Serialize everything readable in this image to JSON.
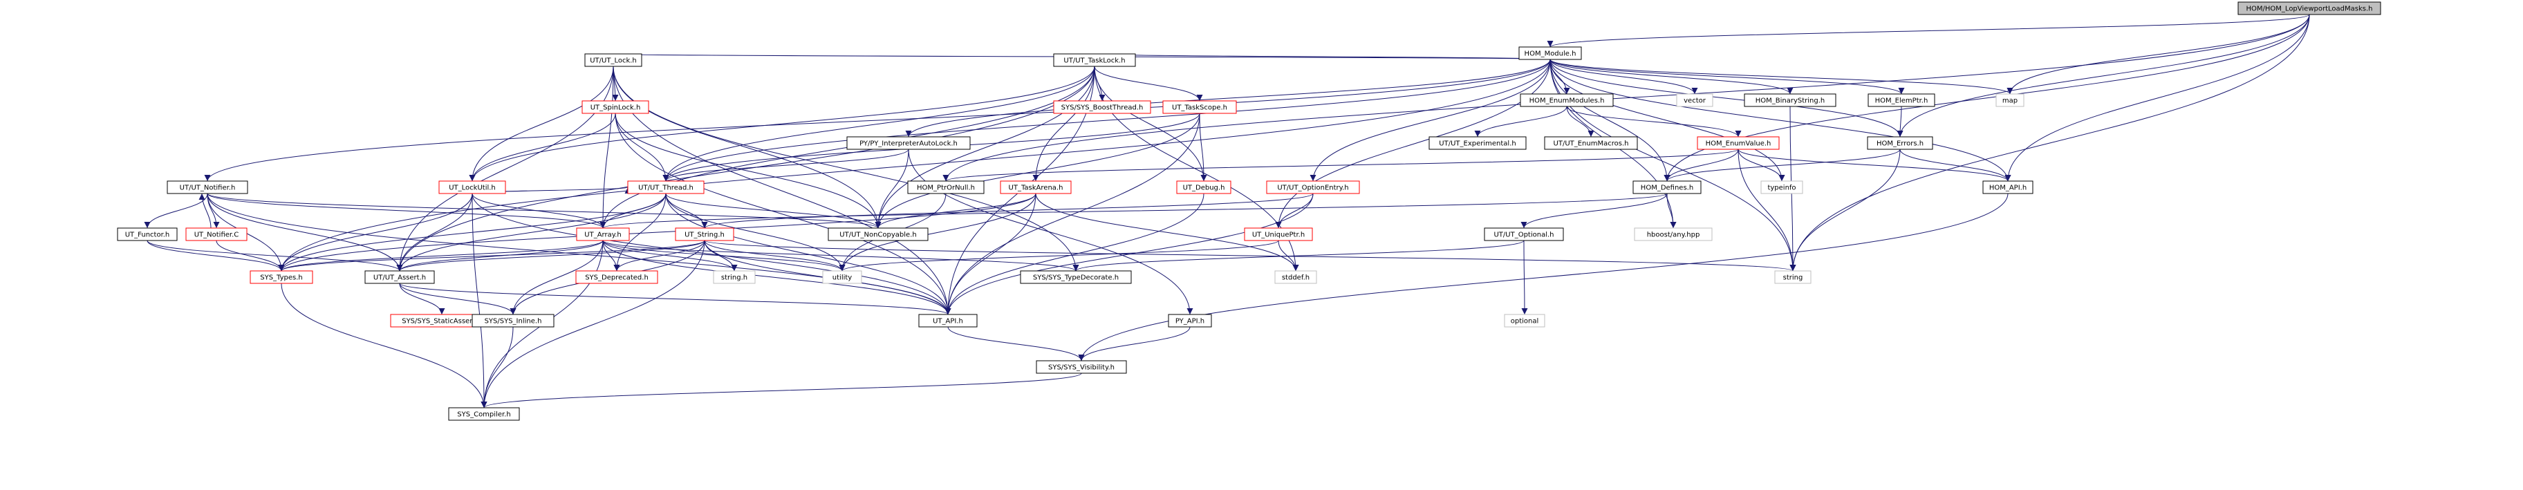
{
  "diagram": {
    "kind": "include-dependency-graph",
    "root": "HOM/HOM_LopViewportLoadMasks.h",
    "colors": {
      "root_fill": "#bfbfbf",
      "node_fill": "#ffffff",
      "node_border": "#000000",
      "truncated_border": "#ff0000",
      "external_border": "#bfbfbf",
      "external_text": "#808080",
      "edge": "#191970"
    },
    "nodes": [
      {
        "id": "root",
        "label": "HOM/HOM_LopViewportLoadMasks.h",
        "style": "root"
      },
      {
        "id": "hom_module",
        "label": "HOM_Module.h",
        "style": "normal"
      },
      {
        "id": "ut_lock",
        "label": "UT/UT_Lock.h",
        "style": "normal"
      },
      {
        "id": "ut_tasklock",
        "label": "UT/UT_TaskLock.h",
        "style": "normal"
      },
      {
        "id": "hom_enummodules",
        "label": "HOM_EnumModules.h",
        "style": "normal"
      },
      {
        "id": "vector",
        "label": "vector",
        "style": "external"
      },
      {
        "id": "hom_binarystring",
        "label": "HOM_BinaryString.h",
        "style": "normal"
      },
      {
        "id": "hom_elemptr",
        "label": "HOM_ElemPtr.h",
        "style": "normal"
      },
      {
        "id": "map",
        "label": "map",
        "style": "external"
      },
      {
        "id": "ut_notifier",
        "label": "UT/UT_Notifier.h",
        "style": "normal"
      },
      {
        "id": "ut_spinlock",
        "label": "UT_SpinLock.h",
        "style": "truncated"
      },
      {
        "id": "sys_boostthread",
        "label": "SYS/SYS_BoostThread.h",
        "style": "truncated"
      },
      {
        "id": "ut_taskscope",
        "label": "UT_TaskScope.h",
        "style": "truncated"
      },
      {
        "id": "py_interp",
        "label": "PY/PY_InterpreterAutoLock.h",
        "style": "normal"
      },
      {
        "id": "ut_experimental",
        "label": "UT/UT_Experimental.h",
        "style": "normal"
      },
      {
        "id": "ut_enummacros",
        "label": "UT/UT_EnumMacros.h",
        "style": "normal"
      },
      {
        "id": "hom_enumvalue",
        "label": "HOM_EnumValue.h",
        "style": "truncated"
      },
      {
        "id": "hom_errors",
        "label": "HOM_Errors.h",
        "style": "normal"
      },
      {
        "id": "ut_lockutil",
        "label": "UT_LockUtil.h",
        "style": "truncated"
      },
      {
        "id": "ut_thread",
        "label": "UT/UT_Thread.h",
        "style": "truncated"
      },
      {
        "id": "hom_ptrornull",
        "label": "HOM_PtrOrNull.h",
        "style": "normal"
      },
      {
        "id": "ut_taskarena",
        "label": "UT_TaskArena.h",
        "style": "truncated"
      },
      {
        "id": "ut_debug",
        "label": "UT_Debug.h",
        "style": "truncated"
      },
      {
        "id": "ut_optionentry",
        "label": "UT/UT_OptionEntry.h",
        "style": "truncated"
      },
      {
        "id": "typeinfo",
        "label": "typeinfo",
        "style": "external"
      },
      {
        "id": "hom_defines",
        "label": "HOM_Defines.h",
        "style": "normal"
      },
      {
        "id": "hom_api",
        "label": "HOM_API.h",
        "style": "normal"
      },
      {
        "id": "ut_functor",
        "label": "UT_Functor.h",
        "style": "normal"
      },
      {
        "id": "ut_notifier_c",
        "label": "UT_Notifier.C",
        "style": "truncated"
      },
      {
        "id": "ut_array",
        "label": "UT_Array.h",
        "style": "truncated"
      },
      {
        "id": "ut_string",
        "label": "UT_String.h",
        "style": "truncated"
      },
      {
        "id": "ut_noncopyable",
        "label": "UT/UT_NonCopyable.h",
        "style": "normal"
      },
      {
        "id": "ut_uniqueptr",
        "label": "UT_UniquePtr.h",
        "style": "truncated"
      },
      {
        "id": "ut_optional",
        "label": "UT/UT_Optional.h",
        "style": "normal"
      },
      {
        "id": "hboost_any",
        "label": "hboost/any.hpp",
        "style": "external"
      },
      {
        "id": "sys_types",
        "label": "SYS_Types.h",
        "style": "truncated"
      },
      {
        "id": "ut_assert",
        "label": "UT/UT_Assert.h",
        "style": "normal"
      },
      {
        "id": "sys_deprecated",
        "label": "SYS_Deprecated.h",
        "style": "truncated"
      },
      {
        "id": "string_h",
        "label": "string.h",
        "style": "external"
      },
      {
        "id": "utility",
        "label": "utility",
        "style": "external"
      },
      {
        "id": "sys_typedecorate",
        "label": "SYS/SYS_TypeDecorate.h",
        "style": "normal"
      },
      {
        "id": "stddef",
        "label": "stddef.h",
        "style": "external"
      },
      {
        "id": "string",
        "label": "string",
        "style": "external"
      },
      {
        "id": "optional",
        "label": "optional",
        "style": "external"
      },
      {
        "id": "sys_staticassert",
        "label": "SYS/SYS_StaticAssert.h",
        "style": "truncated"
      },
      {
        "id": "sys_inline",
        "label": "SYS/SYS_Inline.h",
        "style": "normal"
      },
      {
        "id": "ut_api",
        "label": "UT_API.h",
        "style": "normal"
      },
      {
        "id": "py_api",
        "label": "PY_API.h",
        "style": "normal"
      },
      {
        "id": "sys_visibility",
        "label": "SYS/SYS_Visibility.h",
        "style": "normal"
      },
      {
        "id": "sys_compiler",
        "label": "SYS_Compiler.h",
        "style": "normal"
      }
    ],
    "edges": [
      [
        "root",
        "hom_module"
      ],
      [
        "root",
        "map"
      ],
      [
        "root",
        "hom_errors"
      ],
      [
        "root",
        "hom_api"
      ],
      [
        "root",
        "string"
      ],
      [
        "root",
        "hom_defines"
      ],
      [
        "root",
        "hom_ptrornull"
      ],
      [
        "hom_module",
        "ut_lock"
      ],
      [
        "hom_module",
        "ut_tasklock"
      ],
      [
        "hom_module",
        "hom_enummodules"
      ],
      [
        "hom_module",
        "vector"
      ],
      [
        "hom_module",
        "hom_binarystring"
      ],
      [
        "hom_module",
        "hom_elemptr"
      ],
      [
        "hom_module",
        "map"
      ],
      [
        "hom_module",
        "ut_notifier"
      ],
      [
        "hom_module",
        "py_interp"
      ],
      [
        "hom_module",
        "hom_errors"
      ],
      [
        "hom_module",
        "hom_api"
      ],
      [
        "hom_module",
        "hom_defines"
      ],
      [
        "hom_module",
        "typeinfo"
      ],
      [
        "hom_module",
        "ut_optionentry"
      ],
      [
        "hom_module",
        "ut_thread"
      ],
      [
        "hom_module",
        "string"
      ],
      [
        "hom_module",
        "hboost_any"
      ],
      [
        "hom_module",
        "sys_types"
      ],
      [
        "hom_module",
        "ut_uniqueptr"
      ],
      [
        "ut_lock",
        "ut_spinlock"
      ],
      [
        "ut_lock",
        "ut_lockutil"
      ],
      [
        "ut_lock",
        "ut_array"
      ],
      [
        "ut_lock",
        "ut_noncopyable"
      ],
      [
        "ut_lock",
        "ut_assert"
      ],
      [
        "ut_lock",
        "ut_api"
      ],
      [
        "ut_lock",
        "sys_typedecorate"
      ],
      [
        "ut_tasklock",
        "sys_boostthread"
      ],
      [
        "ut_tasklock",
        "ut_taskscope"
      ],
      [
        "ut_tasklock",
        "ut_lockutil"
      ],
      [
        "ut_tasklock",
        "ut_thread"
      ],
      [
        "ut_tasklock",
        "ut_taskarena"
      ],
      [
        "ut_tasklock",
        "ut_debug"
      ],
      [
        "ut_tasklock",
        "ut_array"
      ],
      [
        "ut_tasklock",
        "ut_noncopyable"
      ],
      [
        "ut_tasklock",
        "ut_assert"
      ],
      [
        "ut_tasklock",
        "ut_api"
      ],
      [
        "ut_tasklock",
        "stddef"
      ],
      [
        "hom_enummodules",
        "ut_experimental"
      ],
      [
        "hom_enummodules",
        "ut_enummacros"
      ],
      [
        "hom_enummodules",
        "hom_enumvalue"
      ],
      [
        "hom_binarystring",
        "string"
      ],
      [
        "hom_elemptr",
        "hom_errors"
      ],
      [
        "ut_notifier",
        "ut_functor"
      ],
      [
        "ut_notifier",
        "ut_notifier_c"
      ],
      [
        "ut_notifier",
        "ut_array"
      ],
      [
        "ut_notifier",
        "sys_types"
      ],
      [
        "ut_notifier",
        "ut_noncopyable"
      ],
      [
        "ut_notifier",
        "ut_assert"
      ],
      [
        "ut_notifier",
        "ut_api"
      ],
      [
        "ut_spinlock",
        "ut_lockutil"
      ],
      [
        "ut_spinlock",
        "ut_thread"
      ],
      [
        "ut_spinlock",
        "ut_noncopyable"
      ],
      [
        "ut_spinlock",
        "ut_api"
      ],
      [
        "ut_taskscope",
        "ut_debug"
      ],
      [
        "ut_taskscope",
        "ut_thread"
      ],
      [
        "ut_taskscope",
        "ut_noncopyable"
      ],
      [
        "ut_taskscope",
        "ut_api"
      ],
      [
        "py_interp",
        "ut_thread"
      ],
      [
        "py_interp",
        "ut_noncopyable"
      ],
      [
        "py_interp",
        "py_api"
      ],
      [
        "hom_enumvalue",
        "hom_defines"
      ],
      [
        "hom_enumvalue",
        "hom_api"
      ],
      [
        "hom_enumvalue",
        "hom_ptrornull"
      ],
      [
        "hom_enumvalue",
        "typeinfo"
      ],
      [
        "hom_enumvalue",
        "string"
      ],
      [
        "hom_errors",
        "hom_defines"
      ],
      [
        "hom_errors",
        "hom_api"
      ],
      [
        "hom_errors",
        "string"
      ],
      [
        "ut_lockutil",
        "ut_array"
      ],
      [
        "ut_lockutil",
        "ut_thread"
      ],
      [
        "ut_lockutil",
        "ut_assert"
      ],
      [
        "ut_lockutil",
        "ut_api"
      ],
      [
        "ut_lockutil",
        "sys_types"
      ],
      [
        "ut_lockutil",
        "sys_compiler"
      ],
      [
        "ut_thread",
        "ut_array"
      ],
      [
        "ut_thread",
        "ut_string"
      ],
      [
        "ut_thread",
        "ut_noncopyable"
      ],
      [
        "ut_thread",
        "sys_deprecated"
      ],
      [
        "ut_thread",
        "sys_types"
      ],
      [
        "ut_thread",
        "ut_assert"
      ],
      [
        "ut_thread",
        "ut_api"
      ],
      [
        "ut_thread",
        "utility"
      ],
      [
        "hom_ptrornull",
        "utility"
      ],
      [
        "ut_taskarena",
        "ut_noncopyable"
      ],
      [
        "ut_taskarena",
        "ut_api"
      ],
      [
        "ut_taskarena",
        "stddef"
      ],
      [
        "ut_taskarena",
        "sys_types"
      ],
      [
        "ut_taskarena",
        "utility"
      ],
      [
        "ut_debug",
        "ut_api"
      ],
      [
        "ut_optionentry",
        "ut_uniqueptr"
      ],
      [
        "ut_optionentry",
        "ut_string"
      ],
      [
        "ut_optionentry",
        "ut_api"
      ],
      [
        "hom_defines",
        "hboost_any"
      ],
      [
        "hom_defines",
        "ut_optional"
      ],
      [
        "hom_defines",
        "ut_array"
      ],
      [
        "hom_api",
        "sys_visibility"
      ],
      [
        "ut_functor",
        "sys_types"
      ],
      [
        "ut_functor",
        "ut_assert"
      ],
      [
        "ut_notifier_c",
        "ut_notifier"
      ],
      [
        "ut_notifier_c",
        "sys_types"
      ],
      [
        "ut_array",
        "sys_types"
      ],
      [
        "ut_array",
        "ut_assert"
      ],
      [
        "ut_array",
        "sys_deprecated"
      ],
      [
        "ut_array",
        "string_h"
      ],
      [
        "ut_array",
        "utility"
      ],
      [
        "ut_array",
        "sys_inline"
      ],
      [
        "ut_array",
        "ut_api"
      ],
      [
        "ut_array",
        "sys_compiler"
      ],
      [
        "ut_array",
        "sys_typedecorate"
      ],
      [
        "ut_string",
        "sys_types"
      ],
      [
        "ut_string",
        "ut_assert"
      ],
      [
        "ut_string",
        "sys_deprecated"
      ],
      [
        "ut_string",
        "string_h"
      ],
      [
        "ut_string",
        "utility"
      ],
      [
        "ut_string",
        "sys_inline"
      ],
      [
        "ut_string",
        "ut_api"
      ],
      [
        "ut_string",
        "sys_compiler"
      ],
      [
        "ut_string",
        "string"
      ],
      [
        "ut_uniqueptr",
        "utility"
      ],
      [
        "ut_uniqueptr",
        "stddef"
      ],
      [
        "ut_optional",
        "optional"
      ],
      [
        "ut_optional",
        "sys_typedecorate"
      ],
      [
        "sys_types",
        "sys_compiler"
      ],
      [
        "ut_assert",
        "sys_staticassert"
      ],
      [
        "ut_assert",
        "sys_inline"
      ],
      [
        "ut_assert",
        "ut_api"
      ],
      [
        "sys_inline",
        "sys_compiler"
      ],
      [
        "ut_api",
        "sys_visibility"
      ],
      [
        "py_api",
        "sys_visibility"
      ],
      [
        "sys_visibility",
        "sys_compiler"
      ]
    ]
  }
}
